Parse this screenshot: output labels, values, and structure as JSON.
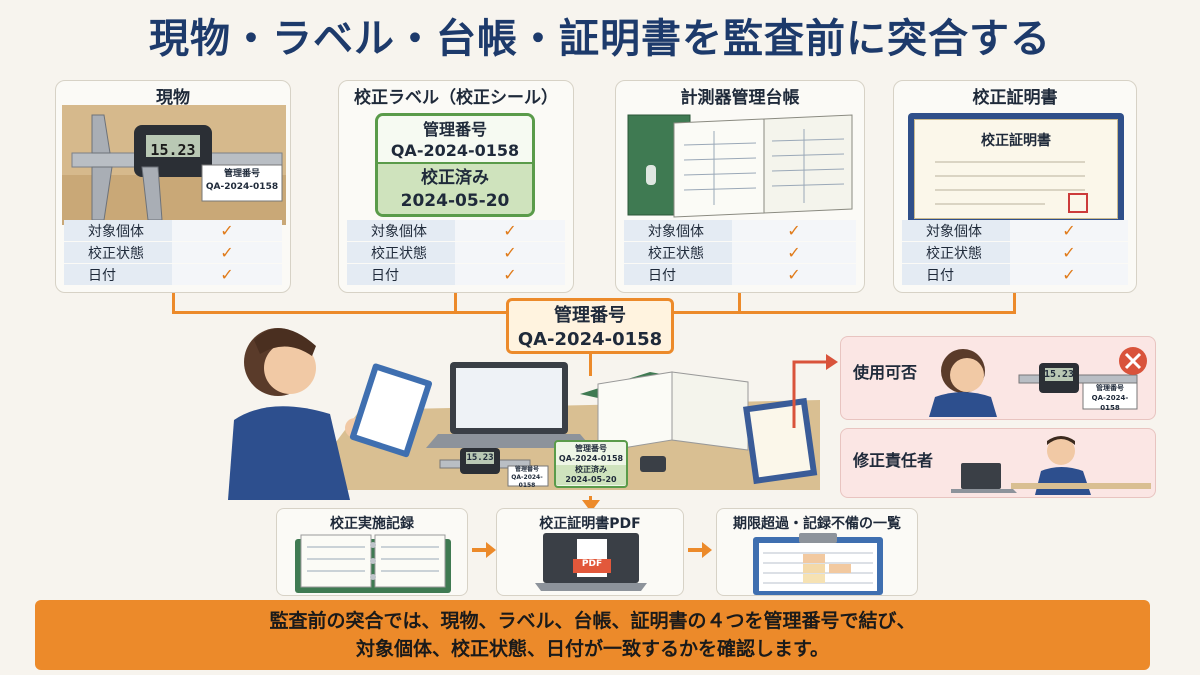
{
  "title": "現物・ラベル・台帳・証明書を監査前に突合する",
  "cards": [
    {
      "title": "現物",
      "caliper_display": "15.23",
      "tag_line1": "管理番号",
      "tag_line2": "QA-2024-0158"
    },
    {
      "title": "校正ラベル（校正シール）",
      "label_top1": "管理番号",
      "label_top2": "QA-2024-0158",
      "label_bottom1": "校正済み",
      "label_bottom2": "2024-05-20"
    },
    {
      "title": "計測器管理台帳"
    },
    {
      "title": "校正証明書",
      "cert_heading": "校正証明書"
    }
  ],
  "check_rows": [
    "対象個体",
    "校正状態",
    "日付"
  ],
  "check_mark": "✓",
  "center": {
    "mgmt_label": "管理番号",
    "mgmt_number": "QA-2024-0158",
    "desk_caliper": "15.23",
    "desk_tag1": "管理番号",
    "desk_tag2": "QA-2024-0158",
    "desk_label1": "管理番号",
    "desk_label2": "QA-2024-0158",
    "desk_label3": "校正済み",
    "desk_label4": "2024-05-20"
  },
  "right_panels": {
    "usage": {
      "label": "使用可否",
      "caliper_display": "15.23",
      "tag1": "管理番号",
      "tag2": "QA-2024-0158"
    },
    "responsible": {
      "label": "修正責任者"
    }
  },
  "bottom": [
    {
      "title": "校正実施記録"
    },
    {
      "title": "校正証明書PDF",
      "pdf_label": "PDF"
    },
    {
      "title": "期限超過・記録不備の一覧"
    }
  ],
  "banner": {
    "line1": "監査前の突合では、現物、ラベル、台帳、証明書の４つを管理番号で結び、",
    "line2": "対象個体、校正状態、日付が一致するかを確認します。"
  },
  "colors": {
    "accent": "#ec8a2a",
    "title": "#1d3a6b",
    "label_green": "#5a9b4a",
    "cross_red": "#d9533b"
  }
}
